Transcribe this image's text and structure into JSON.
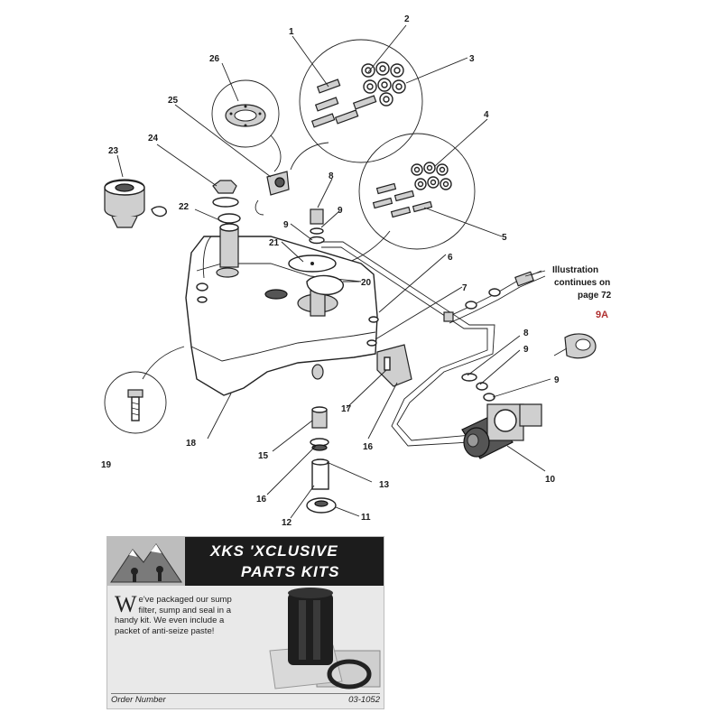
{
  "callouts": {
    "c1": "1",
    "c2": "2",
    "c3": "3",
    "c4": "4",
    "c5": "5",
    "c6": "6",
    "c7": "7",
    "c8a": "8",
    "c8b": "8",
    "c9a": "9",
    "c9b": "9",
    "c9c": "9",
    "c9d": "9",
    "c9A": "9A",
    "c10": "10",
    "c11": "11",
    "c12": "12",
    "c13": "13",
    "c15": "15",
    "c16a": "16",
    "c16b": "16",
    "c17": "17",
    "c18": "18",
    "c19": "19",
    "c20": "20",
    "c21": "21",
    "c22": "22",
    "c23": "23",
    "c24": "24",
    "c25": "25",
    "c26": "26"
  },
  "note": {
    "line1": "Illustration",
    "line2": "continues  on",
    "line3": "page 72"
  },
  "promo": {
    "title_line1": "XKS 'XCLUSIVE",
    "title_line2": "PARTS KITS",
    "dropcap": "W",
    "text": "e've packaged our sump filter, sump and seal in a handy kit. We even include a packet of anti-seize paste!",
    "order_label": "Order Number",
    "order_number": "03-1052"
  },
  "colors": {
    "accent_red": "#b03030",
    "header_bg": "#1c1c1c",
    "box_bg": "#e9e9e9"
  }
}
